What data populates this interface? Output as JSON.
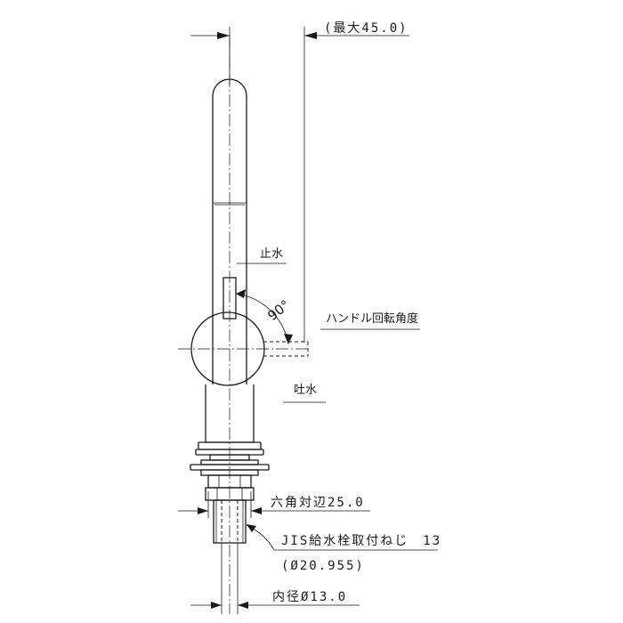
{
  "annotations": {
    "max_projection": "(最大45.0)",
    "stop_water": "止水",
    "angle": "90°",
    "handle_rotation": "ハンドル回転角度",
    "spout_water": "吐水",
    "hex_width": "六角対辺25.0",
    "thread_spec": "JIS給水栓取付ねじ　13",
    "thread_diameter": "(Ø20.955)",
    "inner_diameter": "内径Ø13.0"
  }
}
